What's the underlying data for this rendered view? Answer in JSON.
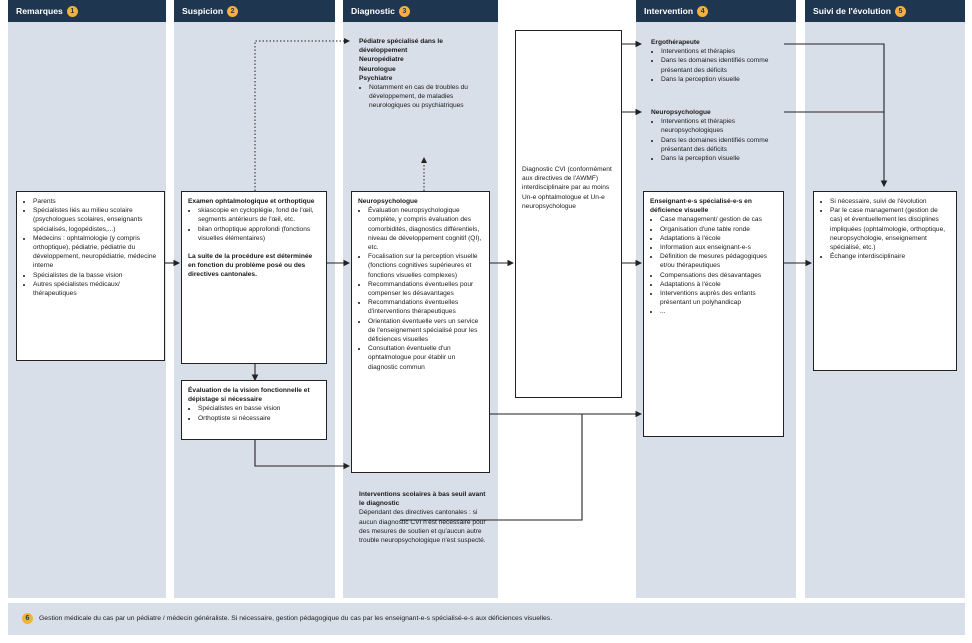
{
  "headers": [
    {
      "label": "Remarques",
      "num": "1"
    },
    {
      "label": "Suspicion",
      "num": "2"
    },
    {
      "label": "Diagnostic",
      "num": "3"
    },
    {
      "label": "Intervention",
      "num": "4"
    },
    {
      "label": "Suivi de l'évolution",
      "num": "5"
    }
  ],
  "remarques": {
    "items": [
      "Parents",
      "Spécialistes liés au milieu scolaire (psychologues scolaires, enseignants spécialisés, logopédistes,...)",
      "Médecins : ophtalmologie (y compris orthoptique), pédiatrie, pédiatrie du développement, neuropédiatrie, médecine interne",
      "Spécialistes de la basse vision",
      "Autres spécialistes médicaux/ thérapeutiques"
    ]
  },
  "examen": {
    "title": "Examen ophtalmologique et orthoptique",
    "items": [
      "skiascopie en cycloplégie, fond de l'œil, segments antérieurs de l'œil, etc.",
      "bilan orthoptique approfondi (fonctions visuelles élémentaires)"
    ],
    "note": "La suite de la procédure est déterminée en fonction du problème posé ou des directives cantonales."
  },
  "evaluation": {
    "title": "Évaluation de la vision fonctionnelle et dépistage si nécessaire",
    "items": [
      "Spécialistes en basse vision",
      "Orthoptiste si nécessaire"
    ]
  },
  "specialists": {
    "lines": [
      "Pédiatre spécialisé dans le développement",
      "Neuropédiatre",
      "Neurologue",
      "Psychiatre"
    ],
    "items": [
      "Notamment en cas de troubles du développement, de maladies neurologiques ou psychiatriques"
    ]
  },
  "neuro": {
    "title": "Neuropsychologue",
    "items": [
      "Évaluation neuropsychologique complète, y compris évaluation des comorbidités, diagnostics différentiels, niveau de développement cognitif (QI), etc.",
      "Focalisation sur la perception visuelle (fonctions cognitives supérieures et fonctions visuelles complexes)",
      "Recommandations éventuelles pour compenser les désavantages",
      "Recommandations éventuelles d'interventions thérapeutiques",
      "Orientation éventuelle vers un service de l'enseignement spécialisé pour les déficiences visuelles",
      "Consultation éventuelle d'un ophtalmologue pour établir un diagnostic commun"
    ]
  },
  "scolaires": {
    "title": "Interventions scolaires à bas seuil avant le diagnostic",
    "text": "Dépendant des directives cantonales : si aucun diagnostic CVI n'est nécessaire pour des mesures de soutien et qu'aucun autre trouble neuropsychologique n'est suspecté."
  },
  "cvi": {
    "text": "Diagnostic CVI (conformément aux directives de l'AWMF) interdisciplinaire par au moins Un-e ophtalmologue et Un-e neuropsychologue"
  },
  "ergo": {
    "title": "Ergothérapeute",
    "items": [
      "Interventions et thérapies",
      "Dans les domaines identifiés comme présentant des déficits",
      "Dans la perception visuelle"
    ]
  },
  "neuro2": {
    "title": "Neuropsychologue",
    "items": [
      "Interventions et thérapies neuropsychologiques",
      "Dans les domaines identifiés comme présentant des déficits",
      "Dans la perception visuelle"
    ]
  },
  "enseignant": {
    "title": "Enseignant-e-s spécialisé-e-s en déficience visuelle",
    "items": [
      "Case management/ gestion de cas",
      "Organisation d'une table ronde",
      "Adaptations à l'école",
      "Information aux enseignant-e-s",
      "Définition de mesures pédagogiques et/ou thérapeutiques",
      "Compensations des désavantages",
      "Adaptations à l'école",
      "Interventions auprès des enfants présentant un polyhandicap",
      "..."
    ]
  },
  "suivi": {
    "items": [
      "Si nécessaire, suivi de l'évolution",
      "Par le case management (gestion de cas) et éventuellement les disciplines impliquées (ophtalmologie, orthoptique, neuropsychologie, enseignement spécialisé, etc.)",
      "Échange interdisciplinaire"
    ]
  },
  "footer": {
    "num": "6",
    "text": "Gestion médicale du cas par un pédiatre / médecin généraliste. Si nécessaire, gestion pédagogique du cas par les enseignant-e-s spécialisé-e-s aux déficiences visuelles."
  }
}
